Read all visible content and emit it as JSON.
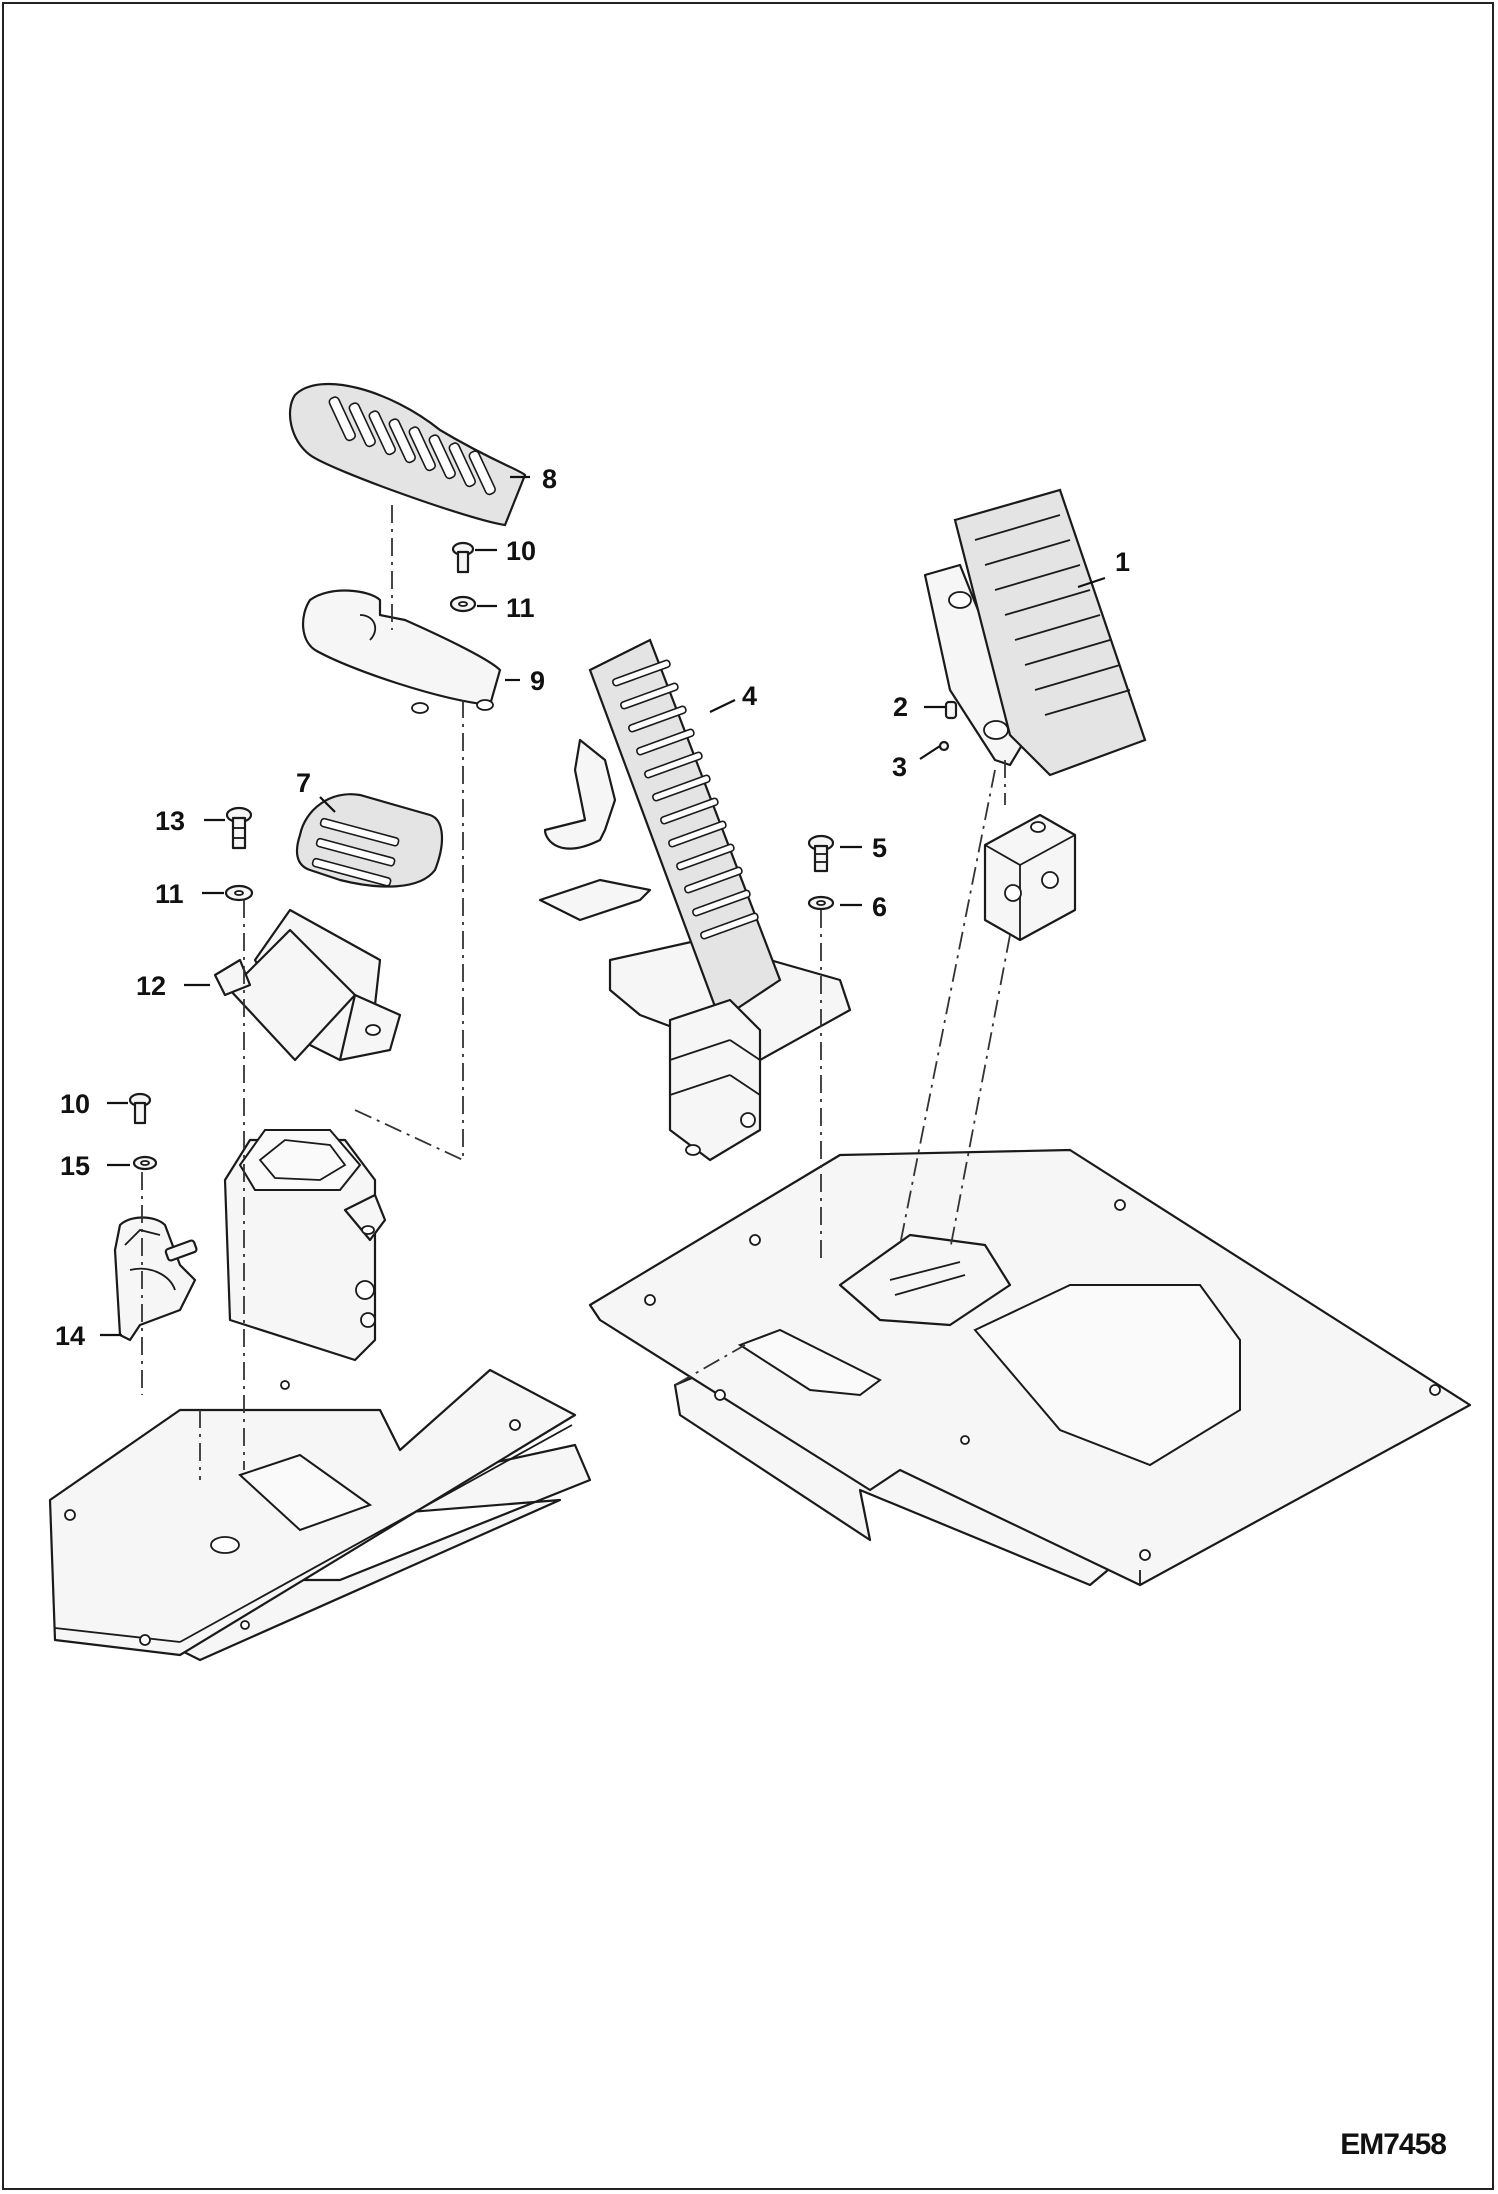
{
  "figure_id": "EM7458",
  "callouts": [
    {
      "id": "1",
      "text": "1"
    },
    {
      "id": "2",
      "text": "2"
    },
    {
      "id": "3",
      "text": "3"
    },
    {
      "id": "4",
      "text": "4"
    },
    {
      "id": "5",
      "text": "5"
    },
    {
      "id": "6",
      "text": "6"
    },
    {
      "id": "7",
      "text": "7"
    },
    {
      "id": "8",
      "text": "8"
    },
    {
      "id": "9",
      "text": "9"
    },
    {
      "id": "10a",
      "text": "10"
    },
    {
      "id": "10b",
      "text": "10"
    },
    {
      "id": "11a",
      "text": "11"
    },
    {
      "id": "11b",
      "text": "11"
    },
    {
      "id": "12",
      "text": "12"
    },
    {
      "id": "13",
      "text": "13"
    },
    {
      "id": "14",
      "text": "14"
    },
    {
      "id": "15",
      "text": "15"
    }
  ]
}
